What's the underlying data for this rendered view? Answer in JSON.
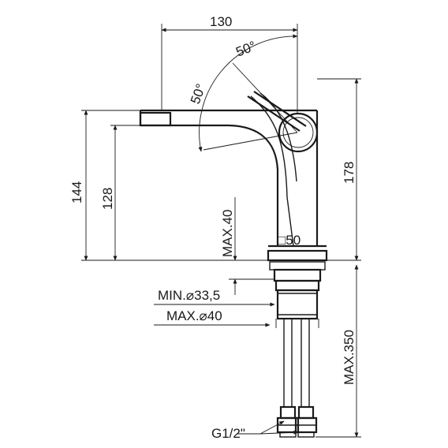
{
  "dimensions": {
    "width_top": "130",
    "angle_right": "50°",
    "angle_left": "50°",
    "height_total": "178",
    "height_outer": "144",
    "height_inner": "128",
    "max_deck": "MAX.40",
    "square_base": "□50",
    "hole_min": "MIN.⌀33,5",
    "hole_max": "MAX.⌀40",
    "hose_max": "MAX.350",
    "thread": "G1/2\""
  }
}
